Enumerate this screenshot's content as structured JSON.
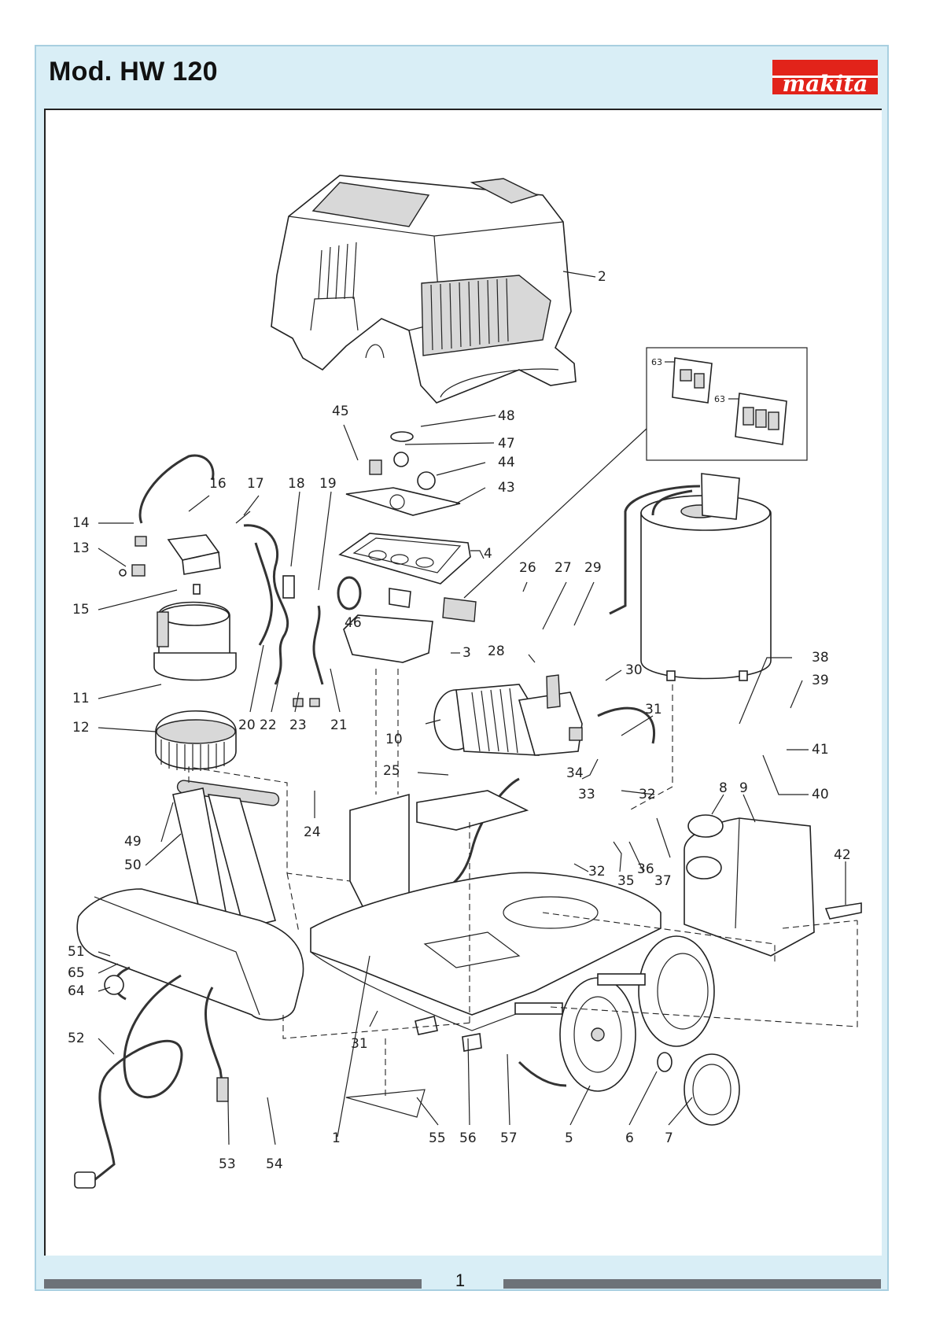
{
  "header": {
    "title": "Mod. HW 120",
    "brand": "makita",
    "brand_color": "#e2231a"
  },
  "footer": {
    "page_number": "1"
  },
  "callouts": [
    "1",
    "2",
    "3",
    "4",
    "5",
    "6",
    "7",
    "8",
    "9",
    "10",
    "11",
    "12",
    "13",
    "14",
    "15",
    "16",
    "17",
    "18",
    "19",
    "20",
    "21",
    "22",
    "23",
    "24",
    "25",
    "26",
    "27",
    "28",
    "29",
    "30",
    "31",
    "31",
    "32",
    "32",
    "33",
    "34",
    "35",
    "36",
    "37",
    "38",
    "39",
    "40",
    "41",
    "42",
    "43",
    "44",
    "45",
    "46",
    "47",
    "48",
    "49",
    "50",
    "51",
    "52",
    "53",
    "54",
    "55",
    "56",
    "57",
    "63",
    "63",
    "64",
    "65"
  ]
}
